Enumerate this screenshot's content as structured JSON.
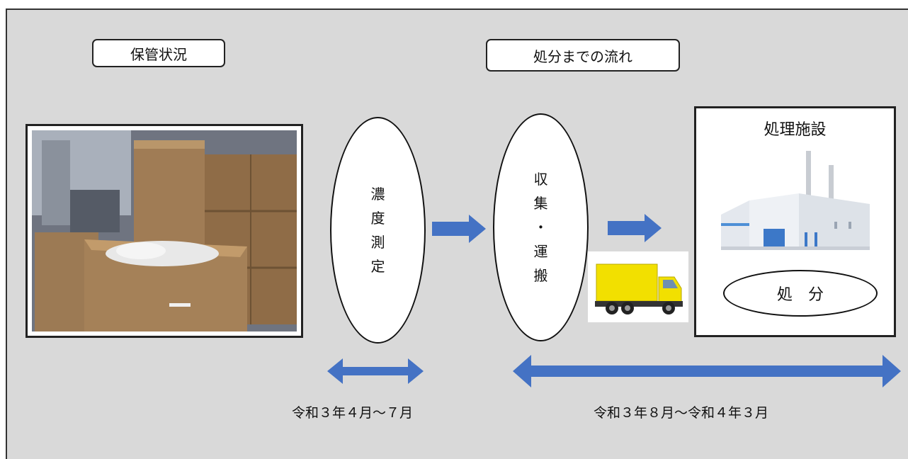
{
  "storage": {
    "title": "保管状況"
  },
  "flow": {
    "title": "処分までの流れ"
  },
  "steps": [
    {
      "chars": [
        "濃",
        "度",
        "測",
        "定"
      ]
    },
    {
      "chars": [
        "収",
        "集",
        "・",
        "運",
        "搬"
      ]
    }
  ],
  "facility": {
    "title": "処理施設",
    "disposal_label": "処分"
  },
  "periods": {
    "measurement": "令和３年４月～７月",
    "transport_disposal": "令和３年８月～令和４年３月"
  },
  "colors": {
    "arrow": "#4472c4",
    "background": "#d9d9d9",
    "truck": "#f2e000"
  },
  "icons": [
    "storage-photo",
    "truck-icon",
    "factory-icon"
  ]
}
